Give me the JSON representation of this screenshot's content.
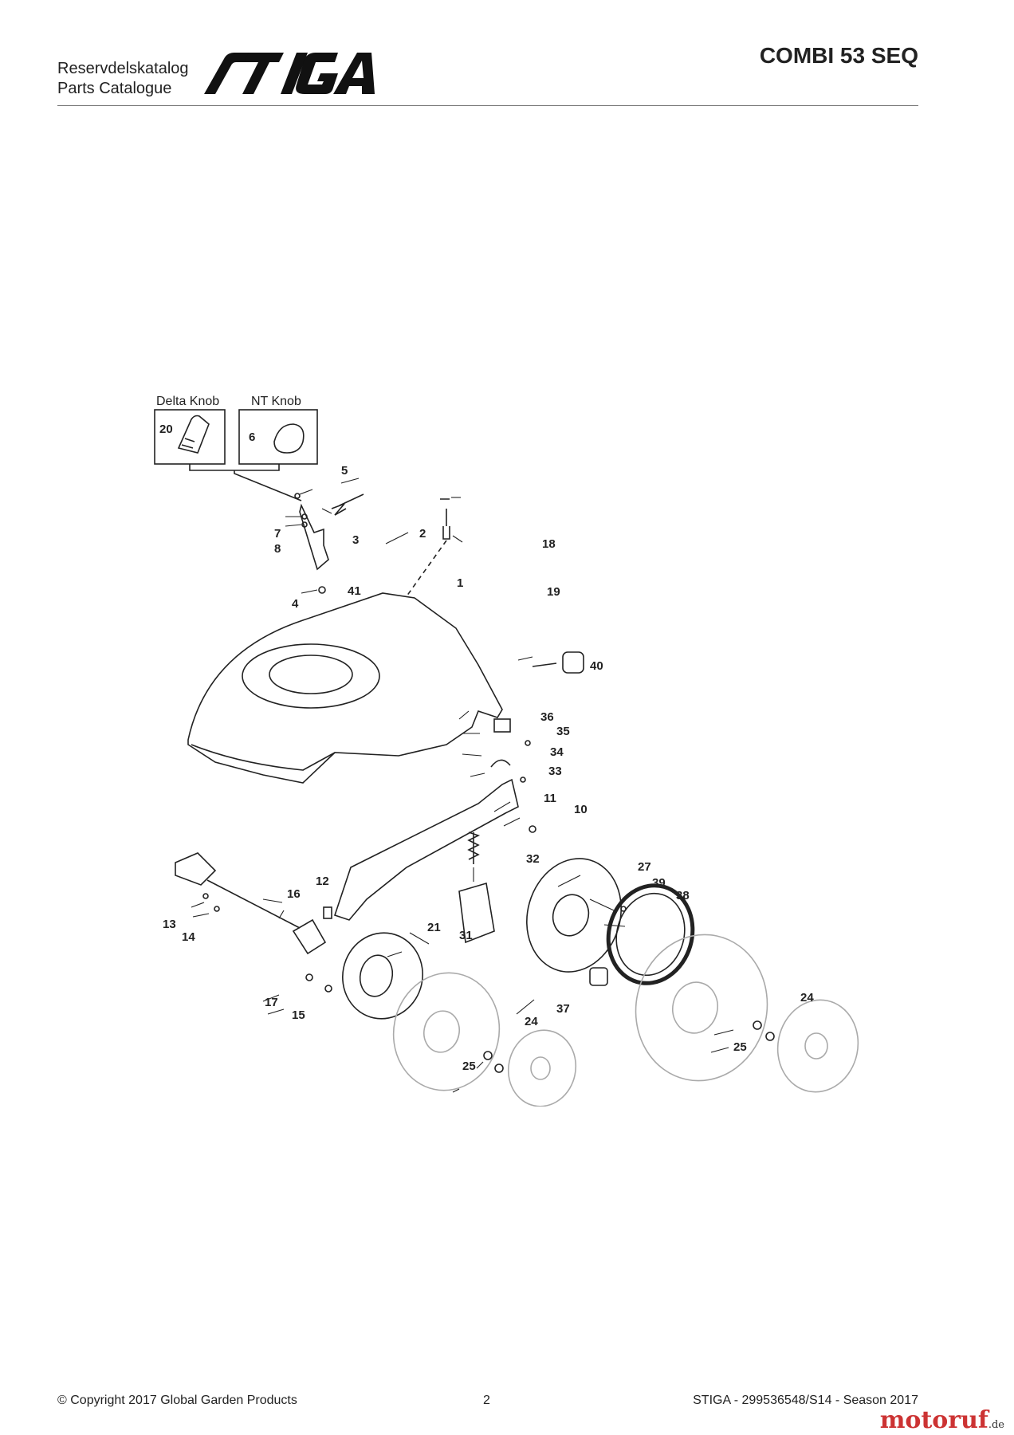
{
  "header": {
    "catalog_line1": "Reservdelskatalog",
    "catalog_line2": "Parts Catalogue",
    "brand": "STIGA",
    "model": "COMBI 53 SEQ"
  },
  "diagram": {
    "options": [
      {
        "title": "Delta Knob",
        "part": "20"
      },
      {
        "title": "NT Knob",
        "part": "6"
      }
    ],
    "callouts": [
      "1",
      "2",
      "3",
      "4",
      "5",
      "7",
      "8",
      "41",
      "18",
      "19",
      "40",
      "36",
      "35",
      "34",
      "33",
      "11",
      "10",
      "32",
      "27",
      "39",
      "38",
      "16",
      "12",
      "13",
      "14",
      "21",
      "31",
      "17",
      "15",
      "37",
      "24",
      "25",
      "24",
      "25"
    ]
  },
  "footer": {
    "copyright": "© Copyright 2017 Global Garden Products",
    "page": "2",
    "reference": "STIGA - 299536548/S14 - Season 2017"
  },
  "watermark": {
    "text": "motoruf",
    "suffix": ".de"
  }
}
